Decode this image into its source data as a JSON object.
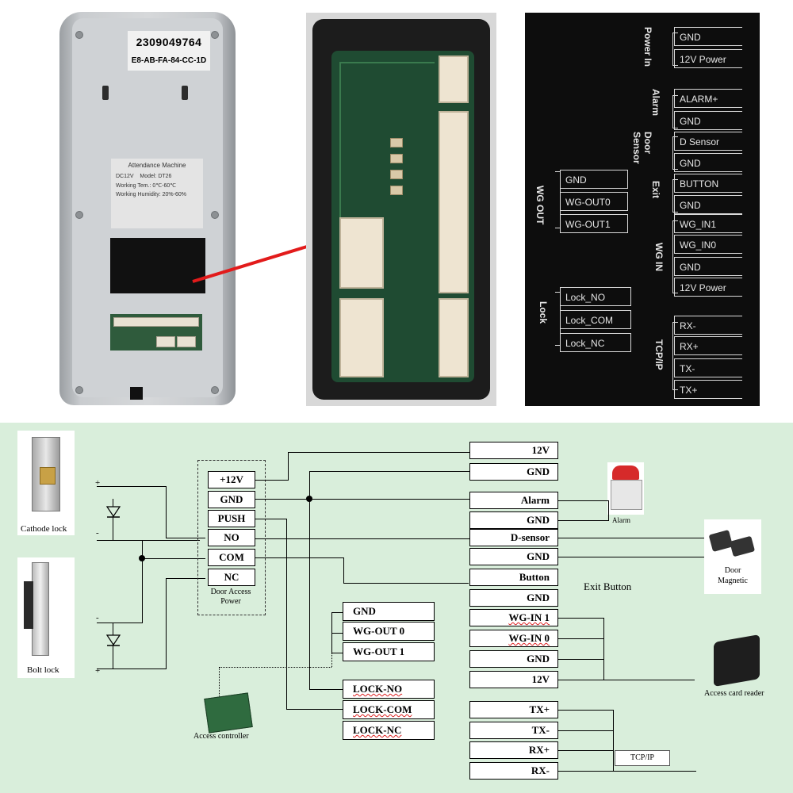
{
  "device_panel": {
    "serial": "2309049764",
    "mac": "E8-AB-FA-84-CC-1D",
    "spec_title": "Attendance Machine",
    "spec_voltage": "DC12V",
    "spec_model": "Model:  DT26",
    "spec_temp": "Working Tem.:  0℃-60℃",
    "spec_humidity": "Working Humidity:  20%-60%"
  },
  "wiring_panel": {
    "groups": {
      "power_in": "Power In",
      "alarm": "Alarm",
      "door_sensor": "Door Sensor",
      "exit": "Exit",
      "wg_in": "WG IN",
      "tcp_ip": "TCP/IP",
      "wg_out": "WG OUT",
      "lock": "Lock"
    },
    "right_pins": [
      "GND",
      "12V Power",
      "ALARM+",
      "GND",
      "D Sensor",
      "GND",
      "BUTTON",
      "GND",
      "WG_IN1",
      "WG_IN0",
      "GND",
      "12V Power",
      "RX-",
      "RX+",
      "TX-",
      "TX+"
    ],
    "wg_out_pins": [
      "GND",
      "WG-OUT0",
      "WG-OUT1"
    ],
    "lock_pins": [
      "Lock_NO",
      "Lock_COM",
      "Lock_NC"
    ]
  },
  "diagram": {
    "cathode_lock_label": "Cathode lock",
    "bolt_lock_label": "Bolt lock",
    "plus": "+",
    "minus": "-",
    "power_boxes": [
      "+12V",
      "GND",
      "PUSH",
      "NO",
      "COM",
      "NC"
    ],
    "power_caption": "Door Access Power",
    "wg_boxes": [
      "GND",
      "WG-OUT 0",
      "WG-OUT 1"
    ],
    "lock_boxes": [
      "LOCK-NO",
      "LOCK-COM",
      "LOCK-NC"
    ],
    "access_controller_label": "Access controller",
    "terminal_boxes": [
      "12V",
      "GND",
      "Alarm",
      "GND",
      "D-sensor",
      "GND",
      "Button",
      "GND",
      "WG-IN  1",
      "WG-IN  0",
      "GND",
      "12V"
    ],
    "tcp_boxes": [
      "TX+",
      "TX-",
      "RX+",
      "RX-"
    ],
    "alarm_label": "Alarm",
    "door_magnetic_label": "Door Magnetic",
    "exit_button_label": "Exit Button",
    "card_reader_label": "Access card reader",
    "tcp_label": "TCP/IP"
  },
  "colors": {
    "diagram_bg": "#d9eedb",
    "pcb_green": "#1f4b32",
    "pointer_red": "#e21b1b",
    "wiring_bg": "#0d0d0d"
  }
}
